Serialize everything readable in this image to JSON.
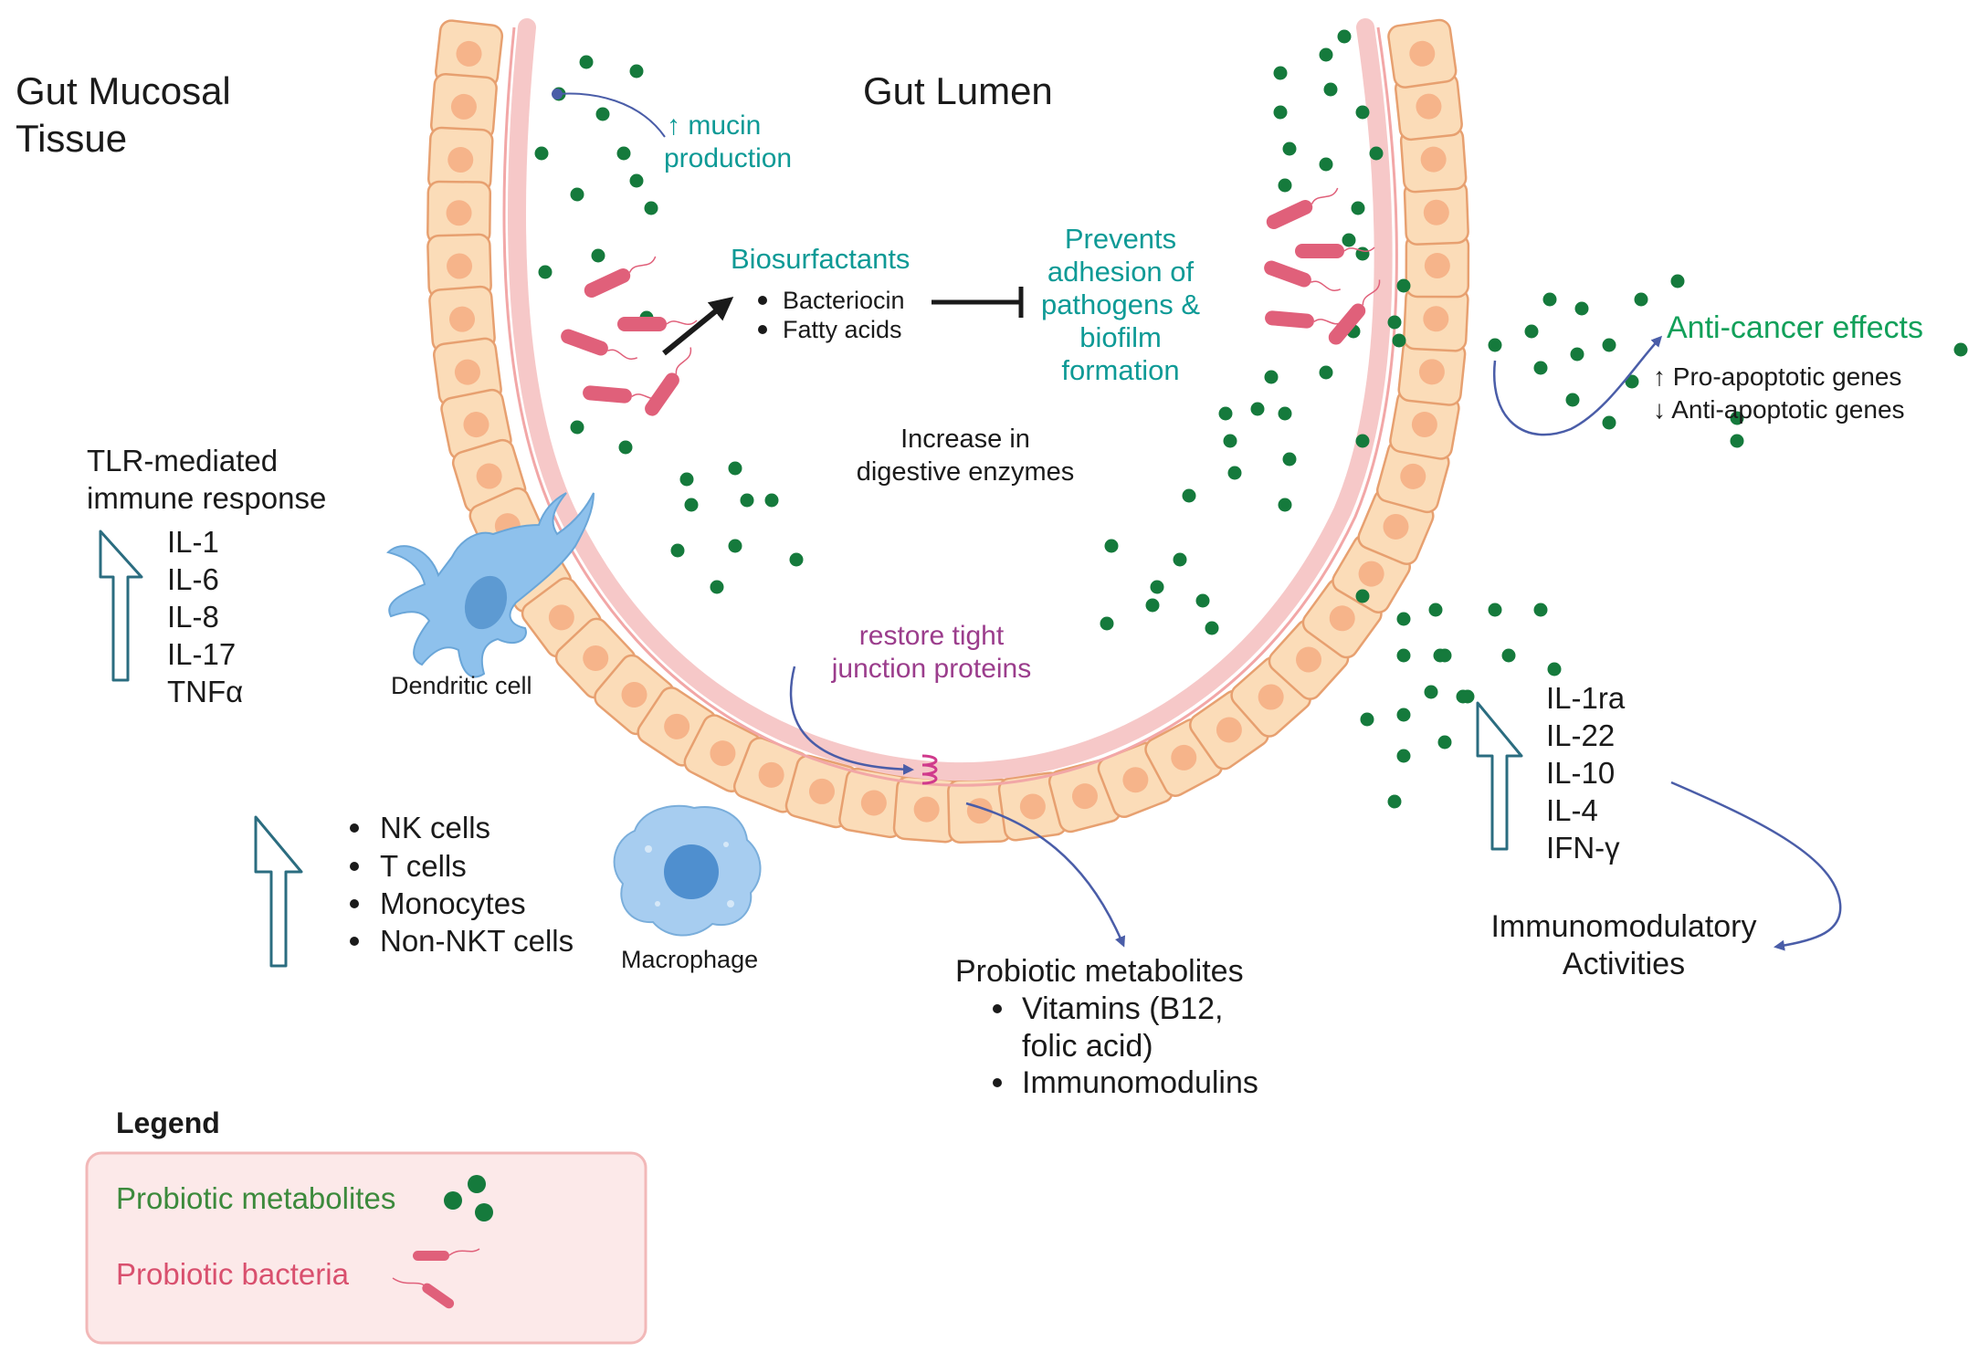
{
  "colors": {
    "cell_fill": "#fbdcb8",
    "cell_stroke": "#e7a070",
    "nucleus": "#f6b48a",
    "mucus": "#f6c8c8",
    "metabolite": "#157a3c",
    "bacteria": "#e0607a",
    "teal_text": "#0e9a96",
    "green_text": "#12a05a",
    "purple_text": "#9b3d8c",
    "arrow_blue": "#4a5da8",
    "up_arrow_stroke": "#2b6d80",
    "immune_cell": "#8ec1ec"
  },
  "labels": {
    "tissue_line1": "Gut Mucosal",
    "tissue_line2": "Tissue",
    "lumen": "Gut Lumen",
    "mucin_line1": "↑ mucin",
    "mucin_line2": "production",
    "biosurfactants": "Biosurfactants",
    "bacteriocin": "Bacteriocin",
    "fatty_acids": "Fatty acids",
    "prevents_1": "Prevents",
    "prevents_2": "adhesion of",
    "prevents_3": "pathogens &",
    "prevents_4": "biofilm",
    "prevents_5": "formation",
    "enzymes_1": "Increase in",
    "enzymes_2": "digestive enzymes",
    "anticancer": "Anti-cancer effects",
    "pro_apoptotic": "↑ Pro-apoptotic genes",
    "anti_apoptotic": "↓ Anti-apoptotic genes",
    "tlr_1": "TLR-mediated",
    "tlr_2": "immune response",
    "tight_1": "restore tight",
    "tight_2": "junction proteins",
    "dendritic": "Dendritic cell",
    "macrophage": "Macrophage",
    "metabolites_title": "Probiotic metabolites",
    "metab_item1_a": "Vitamins (B12,",
    "metab_item1_b": "folic acid)",
    "metab_item2": "Immunomodulins",
    "immunomod_1": "Immunomodulatory",
    "immunomod_2": "Activities",
    "legend_title": "Legend",
    "legend_metabolites": "Probiotic metabolites",
    "legend_bacteria": "Probiotic bacteria"
  },
  "cytokines_left": [
    "IL-1",
    "IL-6",
    "IL-8",
    "IL-17",
    "TNFα"
  ],
  "immune_cells": [
    "NK cells",
    "T cells",
    "Monocytes",
    "Non-NKT cells"
  ],
  "cytokines_right": [
    "IL-1ra",
    "IL-22",
    "IL-10",
    "IL-4",
    "IFN-γ"
  ]
}
